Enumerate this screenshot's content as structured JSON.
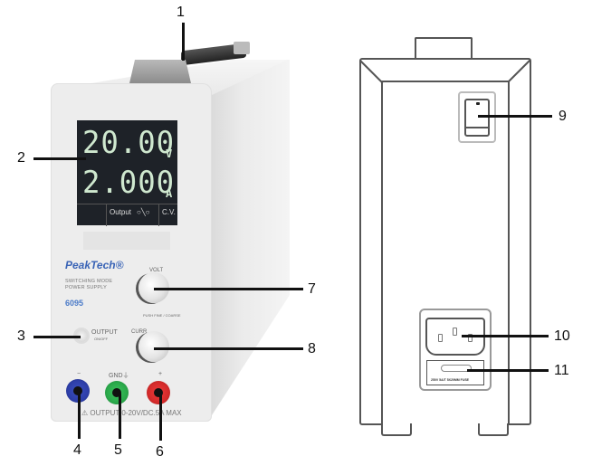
{
  "front_view": {
    "display": {
      "voltage_reading": "20.00",
      "voltage_unit": "V",
      "current_reading": "2.000",
      "current_unit": "A",
      "output_indicator": "Output",
      "mode_indicator": "C.V."
    },
    "brand": "PeakTech®",
    "subtitle_line1": "SWITCHING MODE",
    "subtitle_line2": "POWER SUPPLY",
    "model": "6095",
    "knob_volt_label": "VOLT",
    "knob_curr_label": "CURR",
    "push_label": "PUSH FINE / COARSE",
    "output_button_label": "OUTPUT",
    "output_button_sublabel": "ON/OFF",
    "terminal_minus": "−",
    "terminal_gnd": "GND⏚",
    "terminal_plus": "+",
    "terminal_colors": {
      "minus": "#2e3fa8",
      "gnd": "#2aa84a",
      "plus": "#d42a2a"
    },
    "warning_text": "⚠ OUTPUT 0-20V/DC.5A MAX"
  },
  "rear_view": {
    "fuse_label": "250V 5A/T 5X20MM FUSE"
  },
  "callouts": [
    {
      "n": "1",
      "target": "carrying handle"
    },
    {
      "n": "2",
      "target": "display"
    },
    {
      "n": "3",
      "target": "output on/off button"
    },
    {
      "n": "4",
      "target": "negative terminal"
    },
    {
      "n": "5",
      "target": "ground terminal"
    },
    {
      "n": "6",
      "target": "positive terminal"
    },
    {
      "n": "7",
      "target": "voltage knob"
    },
    {
      "n": "8",
      "target": "current knob"
    },
    {
      "n": "9",
      "target": "power switch"
    },
    {
      "n": "10",
      "target": "AC inlet"
    },
    {
      "n": "11",
      "target": "fuse holder"
    }
  ]
}
